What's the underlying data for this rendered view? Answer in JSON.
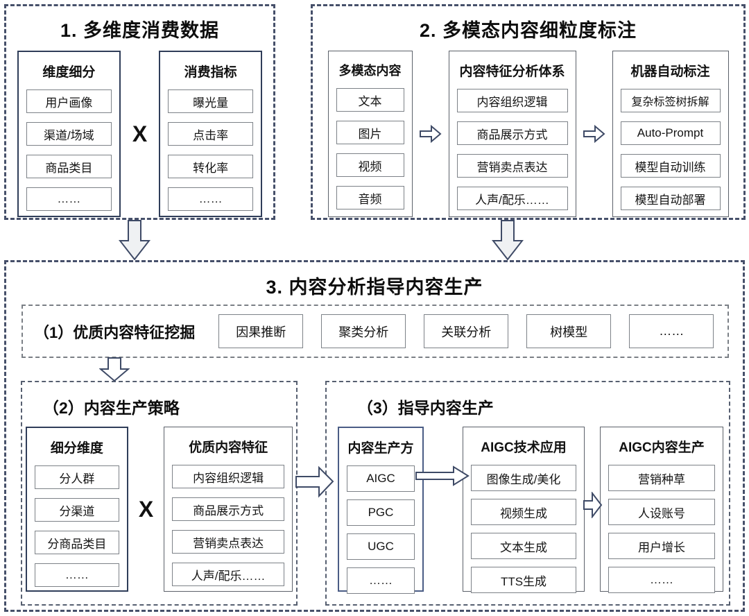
{
  "palette": {
    "outer_dash": "#46506a",
    "inner_dash": "#6a7077",
    "col_border_dark": "#2f3d59",
    "col_border_gray": "#5b6069",
    "col_border_blue": "#4a5c85",
    "item_border": "#7c8187",
    "arrow_stroke": "#3e4a66",
    "arrow_fill_gray": "#eff1f3",
    "arrow_fill_white": "#ffffff",
    "text": "#111111"
  },
  "s1": {
    "title": "1. 多维度消费数据",
    "operator": "X",
    "columns": [
      {
        "header": "维度细分",
        "items": [
          "用户画像",
          "渠道/场域",
          "商品类目",
          "……"
        ]
      },
      {
        "header": "消费指标",
        "items": [
          "曝光量",
          "点击率",
          "转化率",
          "……"
        ]
      }
    ]
  },
  "s2": {
    "title": "2. 多模态内容细粒度标注",
    "columns": [
      {
        "header": "多模态内容",
        "items": [
          "文本",
          "图片",
          "视频",
          "音频"
        ]
      },
      {
        "header": "内容特征分析体系",
        "items": [
          "内容组织逻辑",
          "商品展示方式",
          "营销卖点表达",
          "人声/配乐……"
        ]
      },
      {
        "header": "机器自动标注",
        "items": [
          "复杂标签树拆解",
          "Auto-Prompt",
          "模型自动训练",
          "模型自动部署"
        ]
      }
    ]
  },
  "s3": {
    "title": "3. 内容分析指导内容生产",
    "sub1": {
      "label": "（1）优质内容特征挖掘",
      "methods": [
        "因果推断",
        "聚类分析",
        "关联分析",
        "树模型",
        "……"
      ]
    },
    "sub2": {
      "title": "（2）内容生产策略",
      "operator": "X",
      "columns": [
        {
          "header": "细分维度",
          "items": [
            "分人群",
            "分渠道",
            "分商品类目",
            "……"
          ]
        },
        {
          "header": "优质内容特征",
          "items": [
            "内容组织逻辑",
            "商品展示方式",
            "营销卖点表达",
            "人声/配乐……"
          ]
        }
      ]
    },
    "sub3": {
      "title": "（3）指导内容生产",
      "columns": [
        {
          "header": "内容生产方",
          "items": [
            "AIGC",
            "PGC",
            "UGC",
            "……"
          ]
        },
        {
          "header": "AIGC技术应用",
          "items": [
            "图像生成/美化",
            "视频生成",
            "文本生成",
            "TTS生成"
          ]
        },
        {
          "header": "AIGC内容生产",
          "items": [
            "营销种草",
            "人设账号",
            "用户增长",
            "……"
          ]
        }
      ]
    }
  }
}
